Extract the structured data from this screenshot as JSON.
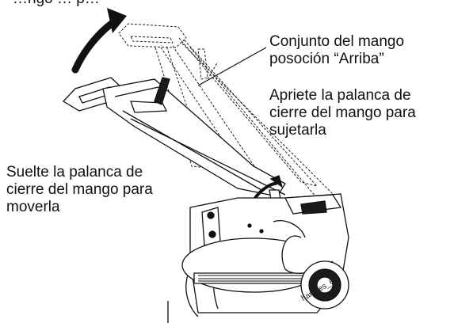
{
  "labels": {
    "top_partial": "…ngo … p…",
    "handle_assembly_up": "Conjunto del mango\nposoción “Arriba”",
    "tighten_lever": "Apriete la palanca de\ncierre del mango para\nsujetarla",
    "loosen_lever": "Suelte la palanca de\ncierre del mango para\nmoverla",
    "figure_code": "handles_63"
  },
  "colors": {
    "ink": "#111111",
    "fill_dark": "#1a1a1a",
    "fill_light": "#ffffff"
  }
}
